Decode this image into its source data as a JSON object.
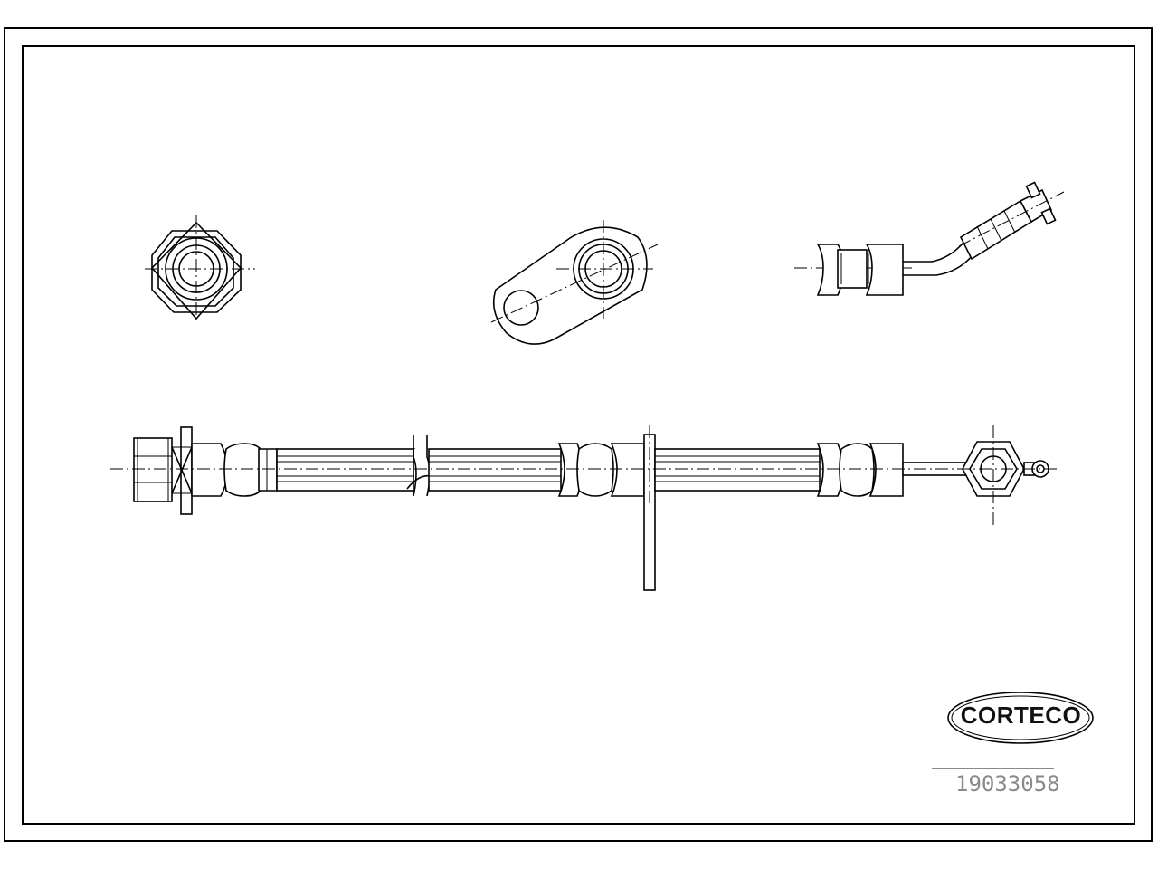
{
  "drawing": {
    "brand": "CORTECO",
    "part_number": "19033058",
    "views": [
      {
        "name": "banjo-end-view"
      },
      {
        "name": "bracket-end-view"
      },
      {
        "name": "bent-fitting-side-view"
      },
      {
        "name": "hose-assembly-side-view"
      }
    ]
  },
  "colors": {
    "line": "#000000",
    "part_number_text": "#8a8a8a",
    "background": "#ffffff"
  }
}
